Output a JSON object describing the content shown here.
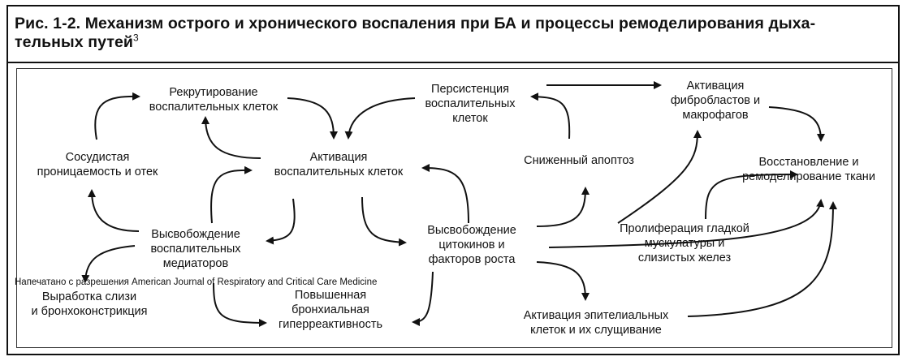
{
  "figure": {
    "title": "Рис. 1-2. Механизм острого и хронического воспаления при БА и процессы ремоделирования дыхательных путей",
    "title_line1": "Рис. 1-2. Механизм острого и хронического воспаления при БА и процессы ремоделирования дыха-",
    "title_line2": "тельных путей",
    "title_sup": "3",
    "credit": "Напечатано с разрешения American Journal of Respiratory and Critical Care Medicine"
  },
  "nodes": {
    "recruitment": [
      "Рекрутирование",
      "воспалительных клеток"
    ],
    "persistence": [
      "Персистенция",
      "воспалительных",
      "клеток"
    ],
    "fibroblast": [
      "Активация",
      "фибробластов и",
      "макрофагов"
    ],
    "vascular": [
      "Сосудистая",
      "проницаемость и отек"
    ],
    "activation": [
      "Активация",
      "воспалительных клеток"
    ],
    "apoptosis": [
      "Сниженный апоптоз"
    ],
    "restoration": [
      "Восстановление и",
      "ремоделирование ткани"
    ],
    "mediators": [
      "Высвобождение",
      "воспалительных",
      "медиаторов"
    ],
    "cytokines": [
      "Высвобождение",
      "цитокинов и",
      "факторов роста"
    ],
    "proliferation": [
      "Пролиферация гладкой",
      "мускулатуры и",
      "слизистых желез"
    ],
    "mucus": [
      "Выработка слизи",
      "и бронхоконстрикция"
    ],
    "hyperreactivity": [
      "Повышенная",
      "бронхиальная",
      "гиперреактивность"
    ],
    "epithelial": [
      "Активация эпителиальных",
      "клеток и их слущивание"
    ]
  },
  "colors": {
    "ink": "#111111",
    "background": "#ffffff"
  }
}
